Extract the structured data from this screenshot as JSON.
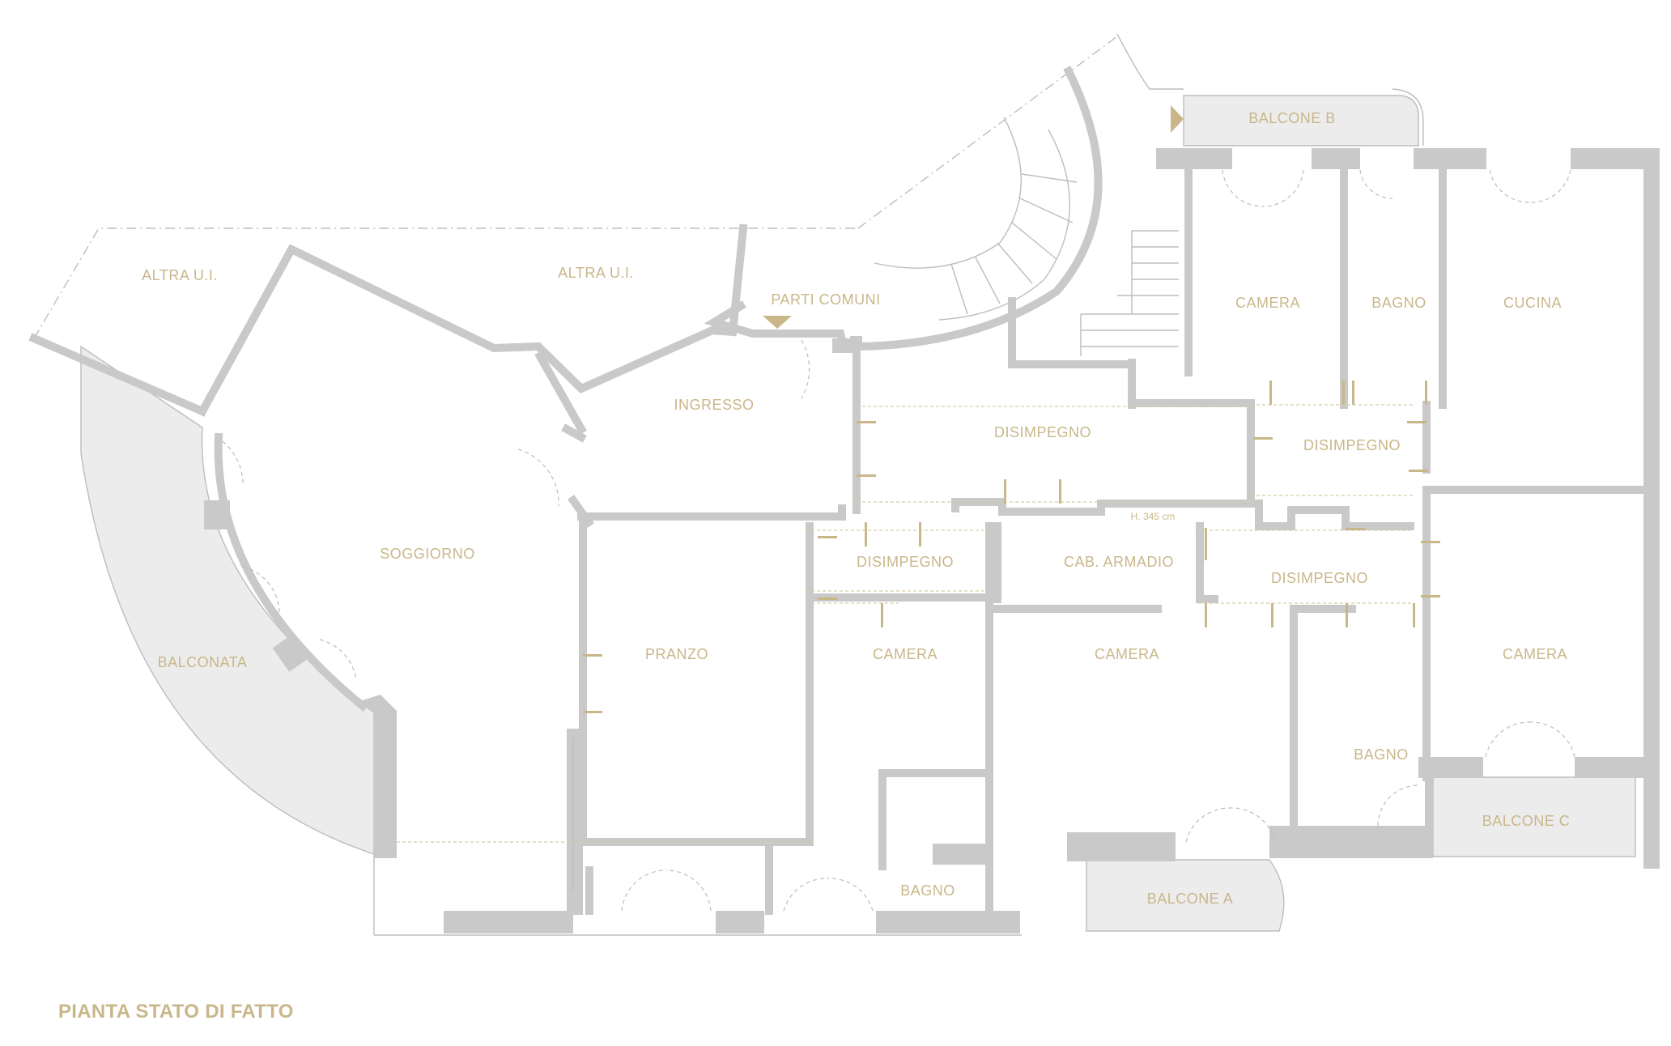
{
  "plan": {
    "title": "PIANTA STATO DI FATTO",
    "rooms": {
      "altra_ui_1": "ALTRA U.I.",
      "altra_ui_2": "ALTRA U.I.",
      "parti_comuni": "PARTI COMUNI",
      "ingresso": "INGRESSO",
      "soggiorno": "SOGGIORNO",
      "balconata": "BALCONATA",
      "pranzo": "PRANZO",
      "disimpegno_1": "DISIMPEGNO",
      "disimpegno_2": "DISIMPEGNO",
      "disimpegno_3": "DISIMPEGNO",
      "disimpegno_4": "DISIMPEGNO",
      "cab_armadio": "CAB. ARMADIO",
      "camera_1": "CAMERA",
      "camera_2": "CAMERA",
      "camera_3": "CAMERA",
      "camera_4": "CAMERA",
      "bagno_1": "BAGNO",
      "bagno_2": "BAGNO",
      "bagno_3": "BAGNO",
      "cucina": "CUCINA",
      "balcone_a": "BALCONE A",
      "balcone_b": "BALCONE B",
      "balcone_c": "BALCONE C"
    },
    "height_note": "H. 345 cm"
  },
  "colors": {
    "wall": "#c9c9c9",
    "label": "#c9b78a",
    "balcony_fill": "#ececec"
  }
}
